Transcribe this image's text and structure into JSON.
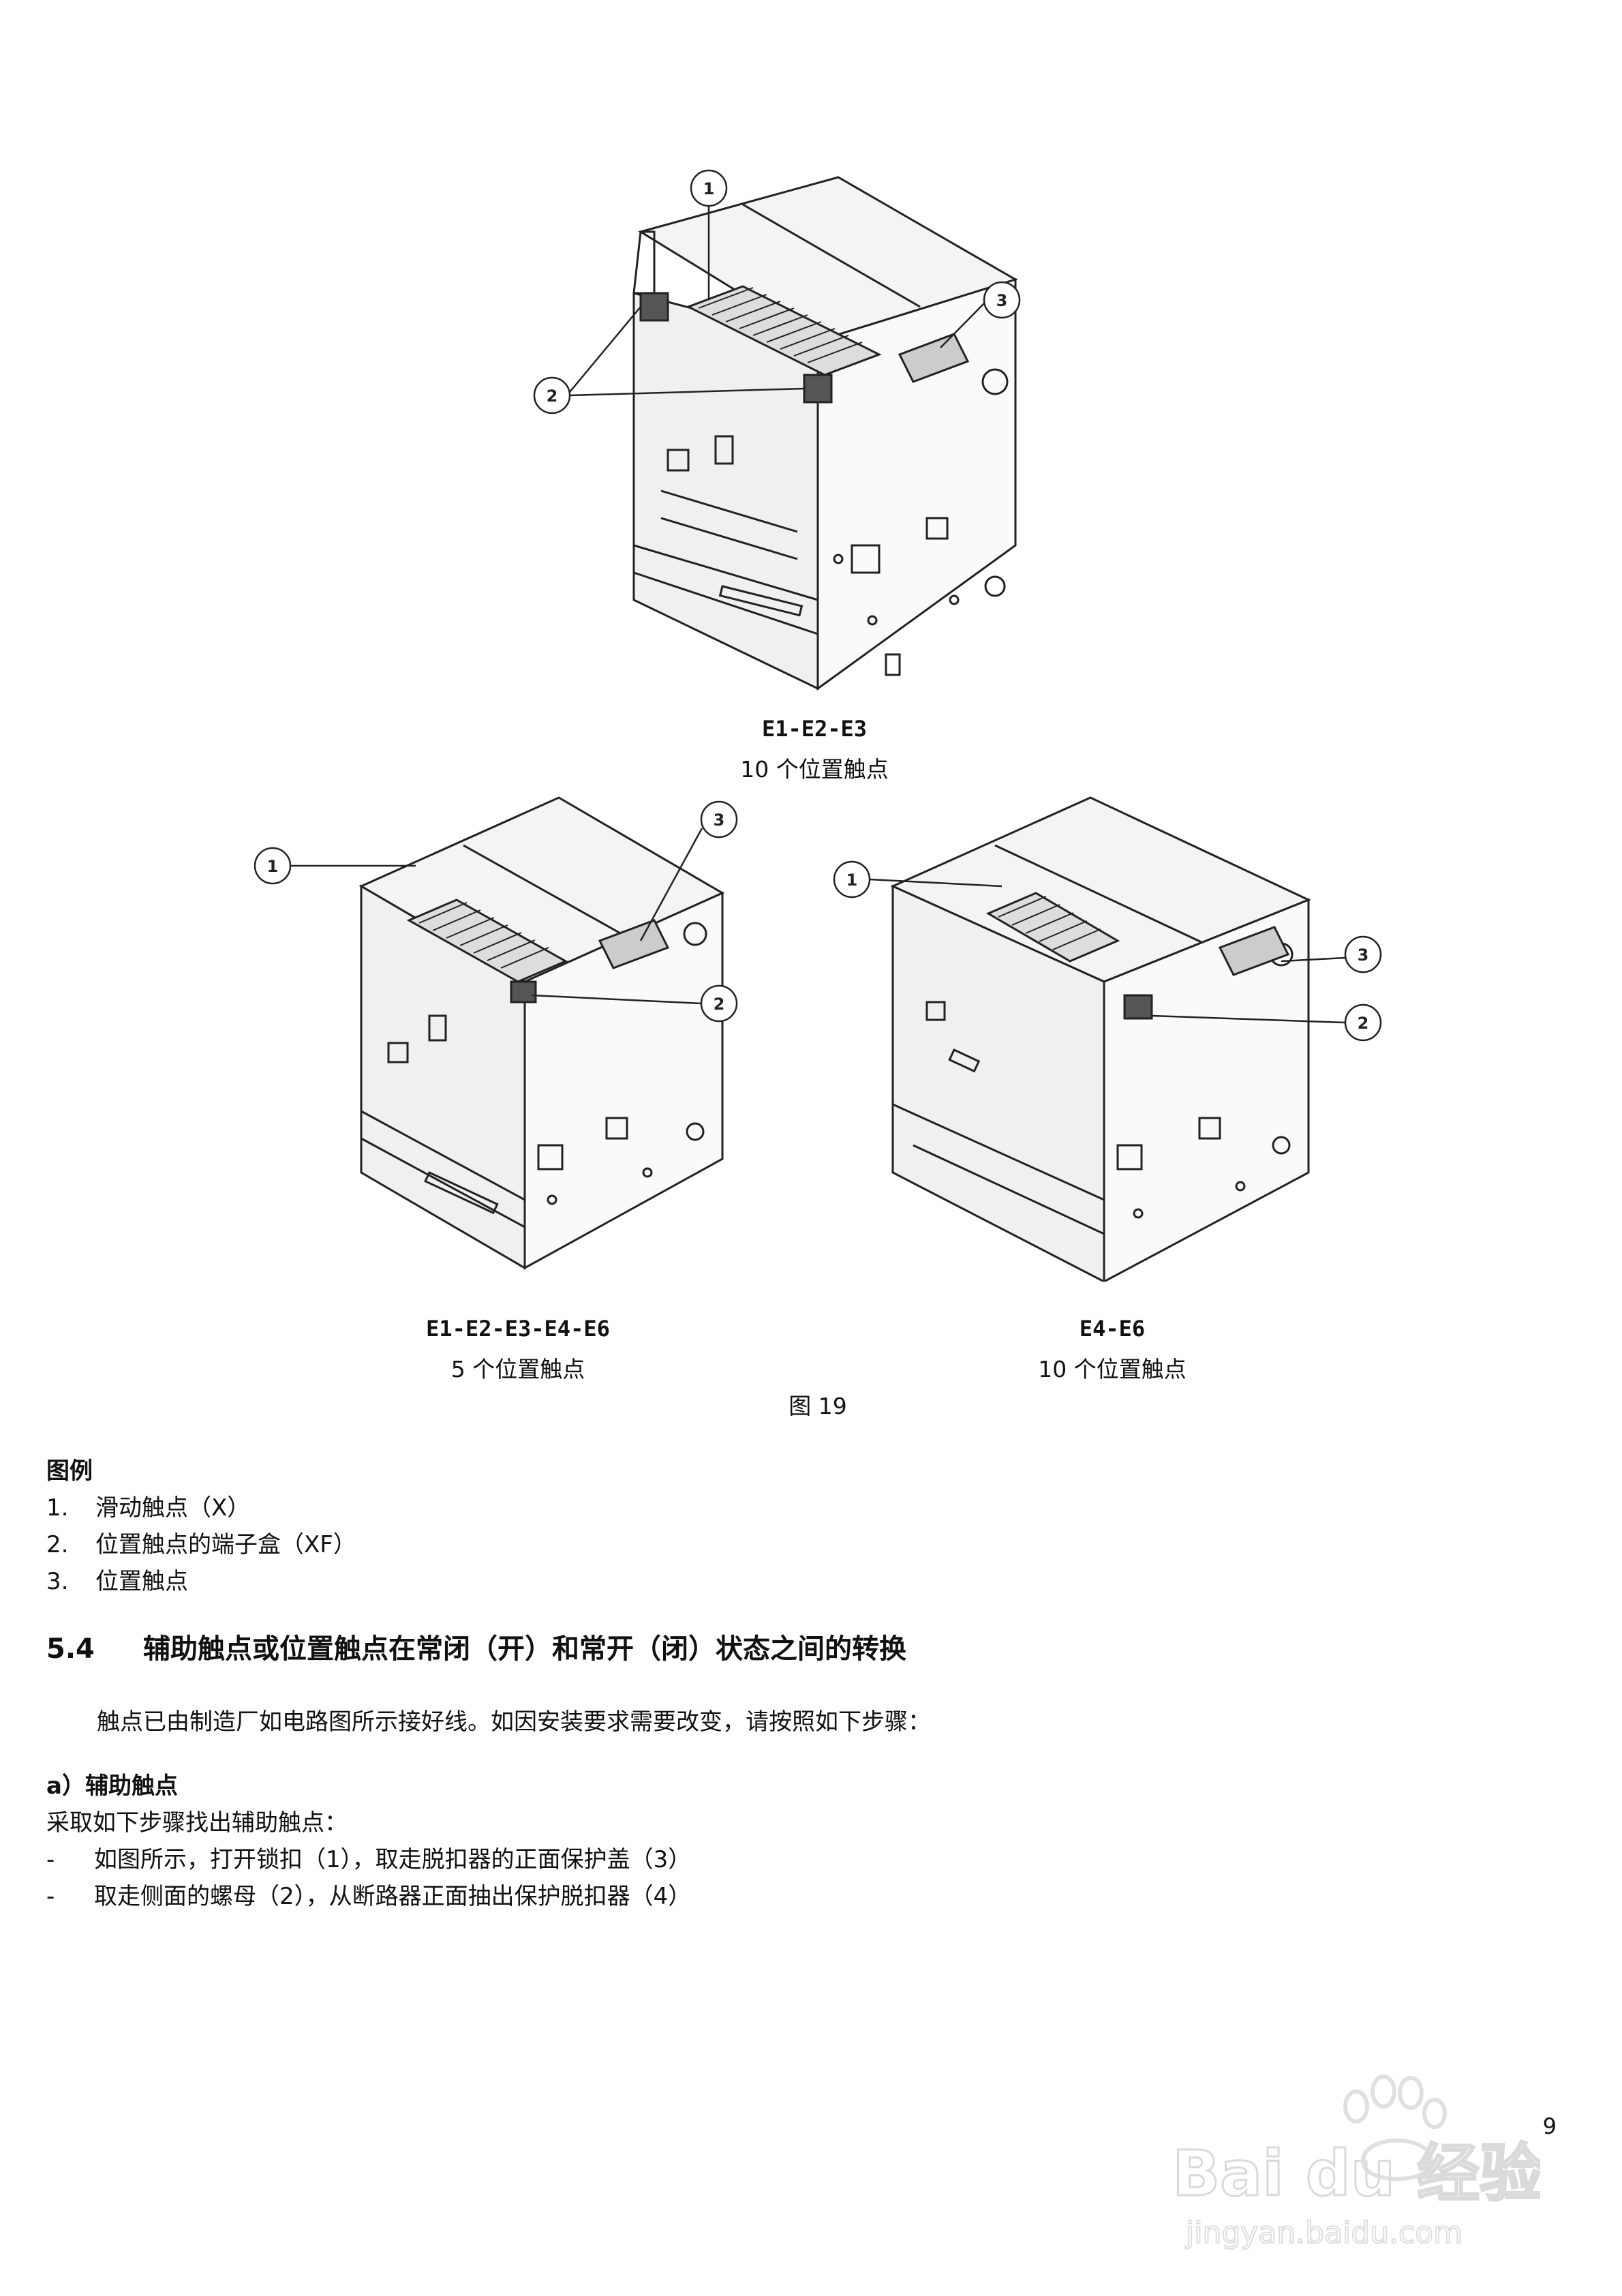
{
  "figure": {
    "top": {
      "model": "E1-E2-E3",
      "desc": "10 个位置触点"
    },
    "left": {
      "model": "E1-E2-E3-E4-E6",
      "desc": "5 个位置触点"
    },
    "right": {
      "model": "E4-E6",
      "desc": "10 个位置触点"
    },
    "label": "图 19",
    "callouts": [
      "1",
      "2",
      "3"
    ]
  },
  "legend": {
    "title": "图例",
    "items": [
      {
        "num": "1.",
        "text": "滑动触点（X）"
      },
      {
        "num": "2.",
        "text": "位置触点的端子盒（XF）"
      },
      {
        "num": "3.",
        "text": "位置触点"
      }
    ]
  },
  "section": {
    "number": "5.4",
    "title": "辅助触点或位置触点在常闭（开）和常开（闭）状态之间的转换",
    "intro": "触点已由制造厂如电路图所示接好线。如因安装要求需要改变，请按照如下步骤："
  },
  "subsection": {
    "title": "a）辅助触点",
    "lead": "采取如下步骤找出辅助触点：",
    "bullets": [
      {
        "dash": "-",
        "text": "如图所示，打开锁扣（1），取走脱扣器的正面保护盖（3）"
      },
      {
        "dash": "-",
        "text": "取走侧面的螺母（2），从断路器正面抽出保护脱扣器（4）"
      }
    ]
  },
  "page_number": "9",
  "watermark": {
    "brand": "Bai du 经验",
    "url": "jingyan.baidu.com"
  }
}
